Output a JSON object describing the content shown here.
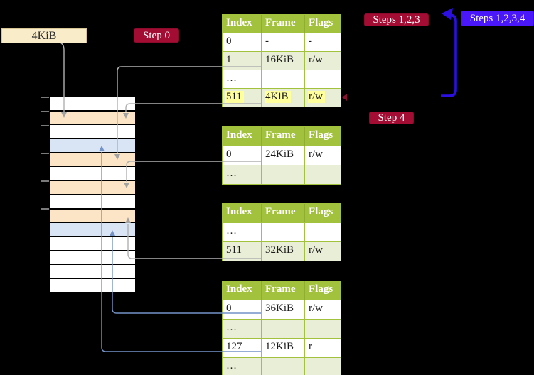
{
  "page_size_label": "4KiB",
  "badges": {
    "step0": "Step 0",
    "steps123": "Steps 1,2,3",
    "steps1234": "Steps 1,2,3,4",
    "step4": "Step 4"
  },
  "table_headers": [
    "Index",
    "Frame",
    "Flags"
  ],
  "tables": [
    {
      "name": "top-page-table",
      "rows": [
        [
          "0",
          "-",
          "-"
        ],
        [
          "1",
          "16KiB",
          "r/w"
        ],
        [
          "…",
          "",
          ""
        ],
        [
          "511",
          "4KiB",
          "r/w"
        ]
      ],
      "highlighted_row_index": 3
    },
    {
      "name": "second-page-table",
      "rows": [
        [
          "0",
          "24KiB",
          "r/w"
        ],
        [
          "…",
          "",
          ""
        ]
      ]
    },
    {
      "name": "third-page-table",
      "rows": [
        [
          "…",
          "",
          ""
        ],
        [
          "511",
          "32KiB",
          "r/w"
        ]
      ]
    },
    {
      "name": "bottom-page-table",
      "rows": [
        [
          "0",
          "36KiB",
          "r/w"
        ],
        [
          "…",
          "",
          ""
        ],
        [
          "127",
          "12KiB",
          "r"
        ],
        [
          "…",
          "",
          ""
        ]
      ]
    }
  ],
  "memory": {
    "stripes": [
      "white",
      "wheat",
      "white",
      "blue",
      "wheat",
      "white",
      "wheat",
      "white",
      "wheat",
      "blue",
      "white",
      "white",
      "white",
      "white"
    ]
  },
  "colors": {
    "table_header_green": "#a2c13c",
    "table_alt_row_green": "#e9efd6",
    "highlight_yellow": "#ffff9c",
    "frame_wheat": "#fce4c6",
    "frame_blue": "#d9e4f5",
    "badge_red": "#a30c33",
    "badge_blue": "#4a17fa",
    "big_arrow_blue": "#2c10e2",
    "connector_gray": "#b0b0b0",
    "connector_blue": "#7494c7",
    "page_size_box_cream": "#f9ecc8"
  }
}
